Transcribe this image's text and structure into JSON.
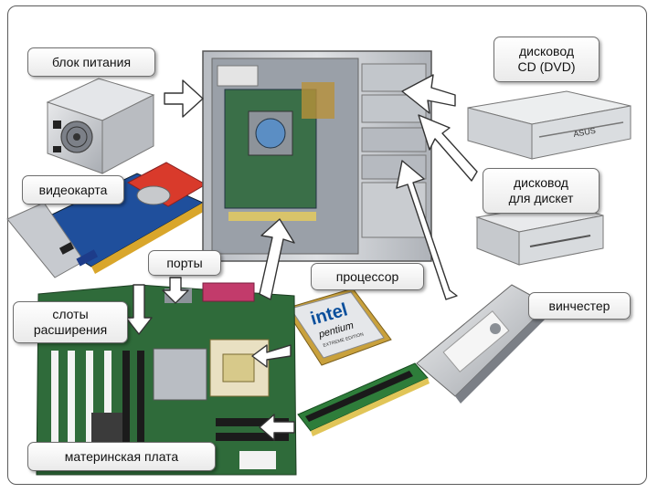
{
  "labels": {
    "psu": "блок питания",
    "cd_drive": "дисковод\nCD (DVD)",
    "video_card": "видеокарта",
    "floppy": "дисковод\nдля дискет",
    "ports": "порты",
    "processor": "процессор",
    "slots": "слоты\nрасширения",
    "hdd": "винчестер",
    "motherboard": "материнская плата"
  },
  "cpu_logo": {
    "brand": "intel",
    "line": "pentium",
    "edition": "EXTREME EDITION"
  },
  "cd_logo": "ASUS",
  "colors": {
    "arrow_fill": "#ffffff",
    "arrow_stroke": "#333333",
    "pcb_green": "#2f6b3a",
    "case_grey": "#c9ccd0"
  }
}
